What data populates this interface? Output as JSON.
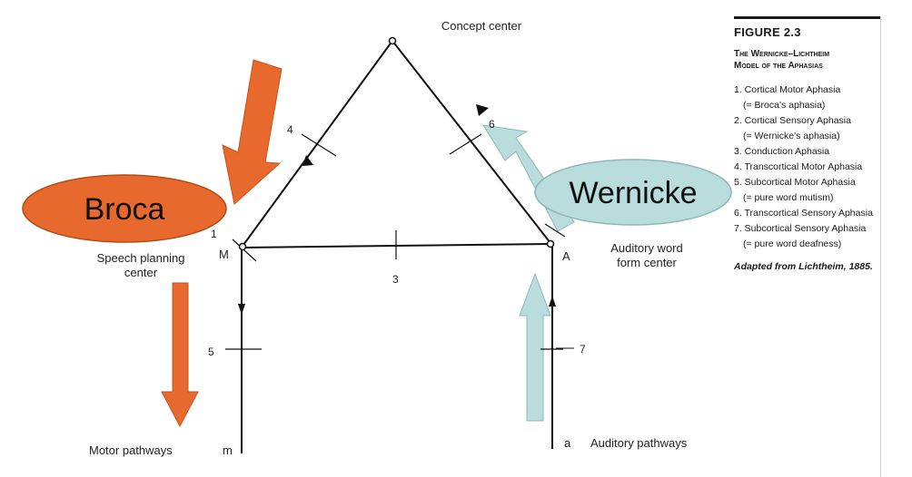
{
  "nodes": {
    "concept_center": "Concept center",
    "speech_planning_center": [
      "Speech planning",
      "center"
    ],
    "motor_letter": "M",
    "auditory_letter": "A",
    "auditory_word_form_center": [
      "Auditory word",
      "form center"
    ],
    "motor_pathways": "Motor pathways",
    "motor_path_letter": "m",
    "auditory_pathways": "Auditory pathways",
    "auditory_path_letter": "a"
  },
  "lesion_numbers": [
    "1",
    "3",
    "4",
    "5",
    "6",
    "7"
  ],
  "overlays": {
    "broca": "Broca",
    "wernicke": "Wernicke",
    "broca_color": "#E8692D",
    "wernicke_color": "#B9DCDD"
  },
  "caption": {
    "figure_number": "FIGURE 2.3",
    "title_line1": "The Wernicke–Lichtheim",
    "title_line2": "Model of the Aphasias",
    "items": [
      {
        "main": "1. Cortical Motor Aphasia",
        "sub": "(= Broca's aphasia)"
      },
      {
        "main": "2. Cortical Sensory Aphasia",
        "sub": "(= Wernicke's aphasia)"
      },
      {
        "main": "3. Conduction Aphasia",
        "sub": ""
      },
      {
        "main": "4. Transcortical Motor Aphasia",
        "sub": ""
      },
      {
        "main": "5. Subcortical Motor Aphasia",
        "sub": "(= pure word mutism)"
      },
      {
        "main": "6. Transcortical Sensory Aphasia",
        "sub": ""
      },
      {
        "main": "7. Subcortical Sensory Aphasia",
        "sub": "(= pure word deafness)"
      }
    ],
    "source": "Adapted from Lichtheim, 1885."
  }
}
